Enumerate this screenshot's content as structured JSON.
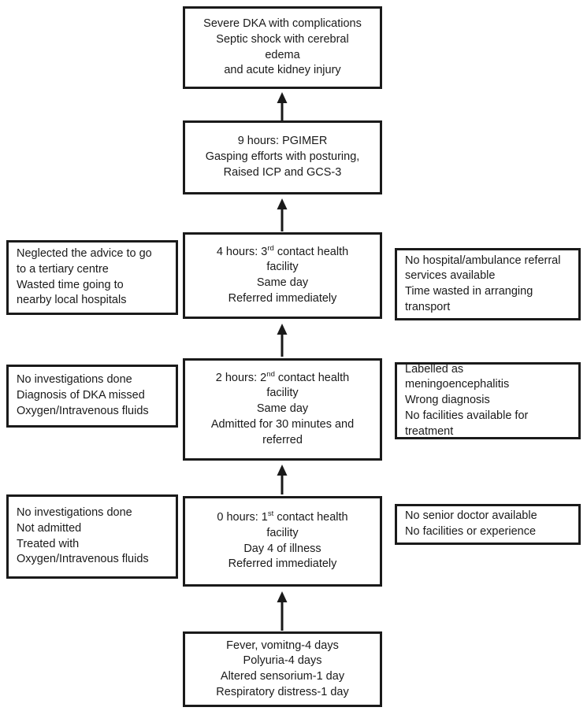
{
  "figure": {
    "type": "flowchart",
    "orientation": "bottom-to-top",
    "accent_color": "#1a1a1a",
    "background_color": "#ffffff"
  },
  "nodes": {
    "symptoms": {
      "lines": [
        "Fever, vomitng-4 days",
        "Polyuria-4 days",
        "Altered sensorium-1 day",
        "Respiratory distress-1 day"
      ]
    },
    "contact1": {
      "line1_pre": "0 hours: 1",
      "line1_sup": "st",
      "line1_post": " contact health",
      "lines": [
        "facility",
        "Day 4 of illness",
        "Referred immediately"
      ]
    },
    "contact2": {
      "line1_pre": "2 hours: 2",
      "line1_sup": "nd",
      "line1_post": " contact health",
      "lines": [
        "facility",
        "Same day",
        "Admitted for 30 minutes and",
        "referred"
      ]
    },
    "contact3": {
      "line1_pre": "4 hours: 3",
      "line1_sup": "rd",
      "line1_post": " contact health",
      "lines": [
        "facility",
        "Same day",
        "Referred immediately"
      ]
    },
    "pgimer": {
      "lines": [
        "9 hours: PGIMER",
        "Gasping efforts with posturing,",
        "Raised ICP and GCS-3"
      ]
    },
    "outcome": {
      "lines": [
        "Severe DKA with complications",
        "Septic shock with cerebral",
        "edema",
        "and acute kidney injury"
      ]
    }
  },
  "annotations_left": {
    "contact1": {
      "lines": [
        "No investigations done",
        "Not admitted",
        "Treated with",
        "Oxygen/Intravenous fluids"
      ]
    },
    "contact2": {
      "lines": [
        "No investigations done",
        "Diagnosis of DKA missed",
        "Oxygen/Intravenous fluids"
      ]
    },
    "contact3": {
      "lines": [
        "Neglected the advice to go",
        "to a tertiary centre",
        "Wasted time going to",
        "nearby local hospitals"
      ]
    }
  },
  "annotations_right": {
    "contact1": {
      "lines": [
        "No senior doctor available",
        "No facilities or experience"
      ]
    },
    "contact2": {
      "lines": [
        "Labelled as",
        "meningoencephalitis",
        "Wrong diagnosis",
        "No facilities available for",
        "treatment"
      ]
    },
    "contact3": {
      "lines": [
        "No hospital/ambulance referral",
        "services available",
        "Time wasted in arranging",
        "transport"
      ]
    }
  }
}
